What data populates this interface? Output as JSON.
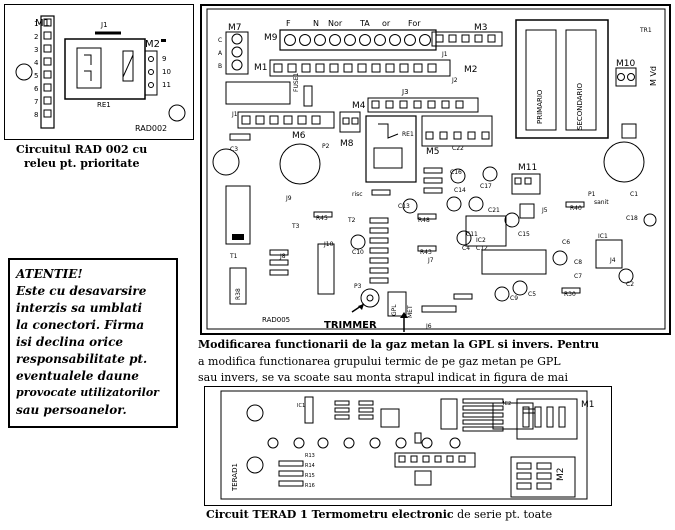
{
  "rad002": {
    "labels": {
      "m1": "M1",
      "m2": "M2",
      "j1": "J1",
      "re1": "RE1",
      "rad": "RAD002",
      "pins_left": [
        "1",
        "2",
        "3",
        "4",
        "5",
        "6",
        "7",
        "8"
      ],
      "pins_right": [
        "9",
        "10",
        "11"
      ]
    },
    "caption_line1": "Circuitul RAD 002 cu",
    "caption_line2": "releu pt. prioritate"
  },
  "rad005": {
    "labels": {
      "m7": "M7",
      "m9": "M9",
      "m3": "M3",
      "m1": "M1",
      "m2": "M2",
      "m4": "M4",
      "m5": "M5",
      "m6": "M6",
      "m8": "M8",
      "m10": "M10",
      "m11": "M11",
      "j1": "J1",
      "j2": "J2",
      "j3": "J3",
      "j4": "J4",
      "j5": "J5",
      "j6": "J6",
      "j7": "J7",
      "j8": "J8",
      "j9": "J9",
      "j10": "J10",
      "fuse": "FUSE1",
      "re1": "RE1",
      "tr1": "TR1",
      "primar": "PRIMARIO",
      "secundar": "SECONDARIO",
      "m9pins": [
        "F",
        "N",
        "Nor",
        "TA",
        "or",
        "For"
      ],
      "c3": "C3",
      "p2": "P2",
      "p1": "P1",
      "c1": "C1",
      "c2": "C2",
      "c4": "C4",
      "c5": "C5",
      "c6": "C6",
      "c7": "C7",
      "c8": "C8",
      "c9": "C9",
      "c10": "C10",
      "c11": "C11",
      "c12": "C12",
      "c13": "C13",
      "c14": "C14",
      "c15": "C15",
      "c16": "C16",
      "c17": "C17",
      "c18": "C18",
      "c21": "C21",
      "c22": "C22",
      "t1": "T1",
      "t2": "T2",
      "t3": "T3",
      "ic1": "IC1",
      "ic2": "IC2",
      "r38": "R38",
      "r40": "R40",
      "r43": "R43",
      "r45": "R45",
      "r48": "R48",
      "r30": "R30",
      "risc": "risc",
      "sanit": "sanit",
      "p3": "P3",
      "gpl": "GPL",
      "met": "MET",
      "mv": "M Vd",
      "rad": "RAD005",
      "trimmer": "TRIMMER"
    }
  },
  "warning": {
    "title": "ATENTIE!",
    "lines": [
      "Este cu desavarsire",
      "interzis sa umblati",
      "la conectori. Firma",
      "isi declina orice",
      "responsabilitate pt.",
      "eventualele daune",
      "provocate utilizatorilor",
      "sau persoanelor."
    ]
  },
  "note": {
    "line1": "Modificarea functionarii de la gaz metan la GPL si invers. Pentru",
    "line2": "a modifica functionarea grupului termic de pe gaz metan pe GPL",
    "line3": "sau invers, se va scoate sau monta strapul indicat in figura de mai"
  },
  "terad": {
    "labels": {
      "m1": "M1",
      "m2": "M2",
      "terad": "TERAD1",
      "ic1": "IC1",
      "ic2": "IC2",
      "r13": "R13",
      "r14": "R14",
      "r15": "R15",
      "r16": "R16"
    },
    "caption_bold": "Circuit TERAD 1 Termometru electronic",
    "caption_rest": " de serie pt. toate"
  }
}
